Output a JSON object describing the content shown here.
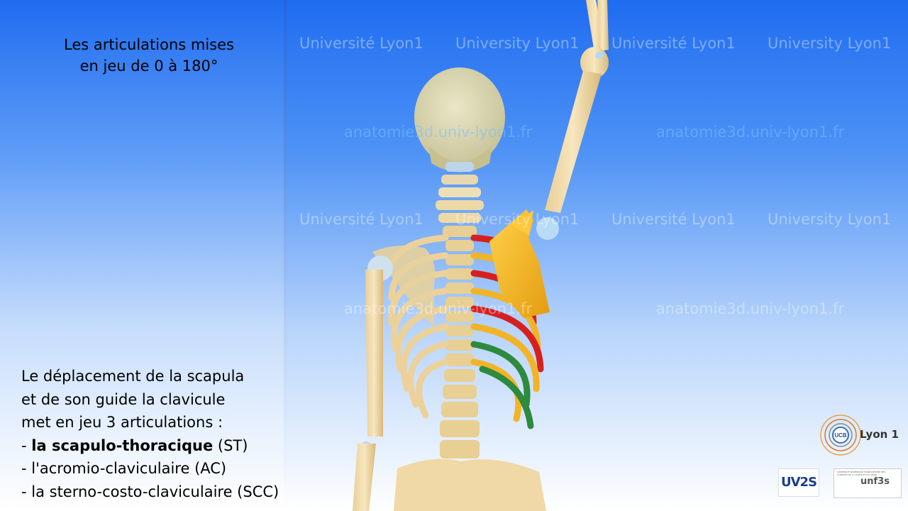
{
  "title": {
    "line1": "Les articulations mises",
    "line2": "en jeu de 0 à 180°"
  },
  "description": {
    "line1": "Le déplacement de la scapula",
    "line2": "et de son guide la clavicule",
    "line3": "met en jeu 3 articulations :",
    "item1_prefix": "- ",
    "item1_bold": "la scapulo-thoracique",
    "item1_suffix": " (ST)",
    "item2": "- l'acromio-claviculaire (AC)",
    "item3": "- la sterno-costo-claviculaire (SCC)"
  },
  "watermarks": {
    "university": "Université Lyon1",
    "university_en": "University Lyon1",
    "site": "anatomie3d.univ-lyon1.fr"
  },
  "logos": {
    "lyon": "Lyon 1",
    "lyon_mark": "UCB",
    "uv2s": "UV2S",
    "unf3s": "unf3s",
    "unf3s_small": "UNIVERSITÉ NUMÉRIQUE FRANCOPHONE DES SCIENCES DE LA SANTÉ ET DU SPORT"
  },
  "colors": {
    "bone": "#f0d9a6",
    "scapula_highlight": "#f5b723",
    "muscle_red": "#c8191c",
    "muscle_green": "#2d8a3e",
    "sky_top": "#1f6cf0"
  }
}
